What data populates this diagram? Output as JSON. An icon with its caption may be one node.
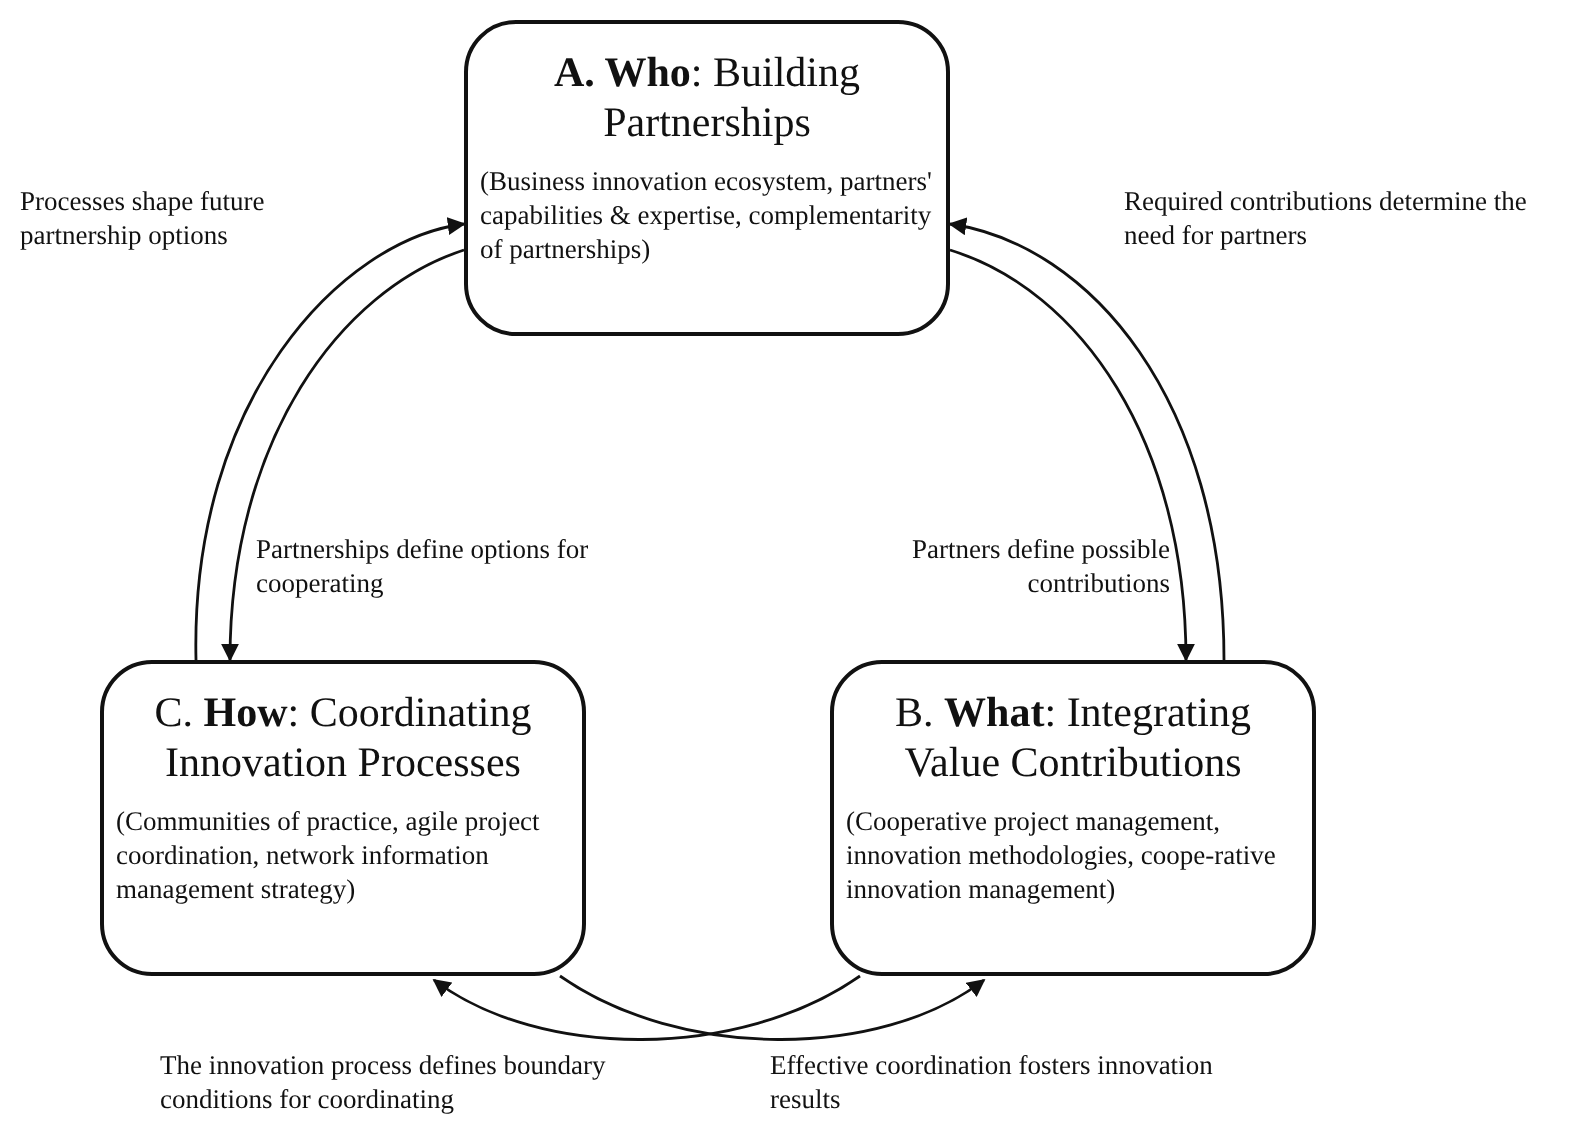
{
  "diagram": {
    "nodes": [
      {
        "text": [
          "**A. Who**: Building Partnerships",
          "(Business innovation ecosystem, partners' capabilities & expertise, complementarity of partnerships)"
        ]
      },
      {
        "text": [
          "B. **What**: Integrating Value Contributions",
          "(Cooperative project management, innovation methodologies, coope-rative innovation management)"
        ]
      },
      {
        "text": [
          "C. **How**: Coordinating Innovation Processes",
          "(Communities of practice, agile project coordination, network information management strategy)"
        ]
      }
    ],
    "edges": [
      {
        "from": 2,
        "to": 0,
        "arrow": "to",
        "label": "Processes shape future partnership options"
      },
      {
        "from": 0,
        "to": 1,
        "arrow": "to",
        "label": "Partners define possible contributions"
      },
      {
        "from": 1,
        "to": 0,
        "arrow": "to",
        "label": "Required contributions determine the need for partners"
      },
      {
        "from": 0,
        "to": 2,
        "arrow": "to",
        "label": "Partnerships define options for cooperating"
      },
      {
        "from": 1,
        "to": 2,
        "arrow": "to",
        "label": "The innovation process defines boundary conditions for coordinating"
      },
      {
        "from": 2,
        "to": 1,
        "arrow": "to",
        "label": "Effective coordination fosters innovation results"
      }
    ]
  }
}
